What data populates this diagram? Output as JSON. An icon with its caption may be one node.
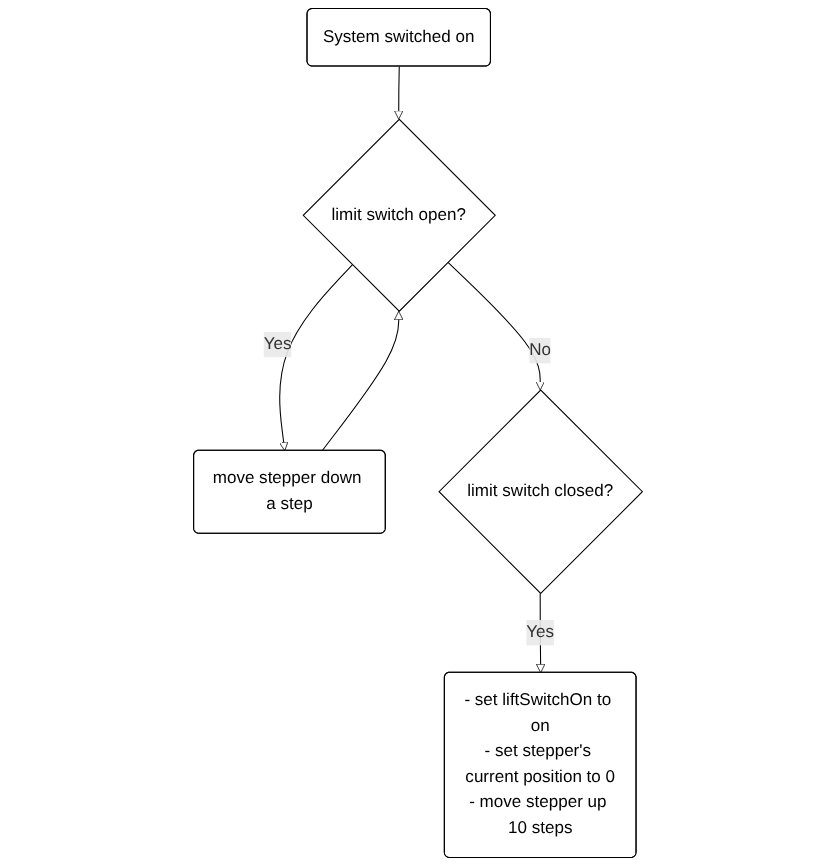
{
  "diagram": {
    "nodes": [
      {
        "text": [
          "System switched on"
        ]
      },
      {
        "text": [
          "limit switch open?"
        ]
      },
      {
        "text": [
          "move stepper down a step"
        ]
      },
      {
        "text": [
          "limit switch closed?"
        ]
      },
      {
        "text": [
          "- set liftSwitchOn to on",
          "- set stepper's current position to 0",
          "- move stepper up 10 steps"
        ]
      }
    ],
    "edges": [
      {
        "from": 0,
        "to": 1,
        "arrow": "to"
      },
      {
        "from": 2,
        "to": 1,
        "arrow": "to"
      },
      {
        "from": 1,
        "to": 2,
        "arrow": "to",
        "label": "Yes"
      },
      {
        "from": 1,
        "to": 3,
        "arrow": "to",
        "label": "No"
      },
      {
        "from": 3,
        "to": 4,
        "arrow": "to",
        "label": "Yes"
      }
    ]
  }
}
